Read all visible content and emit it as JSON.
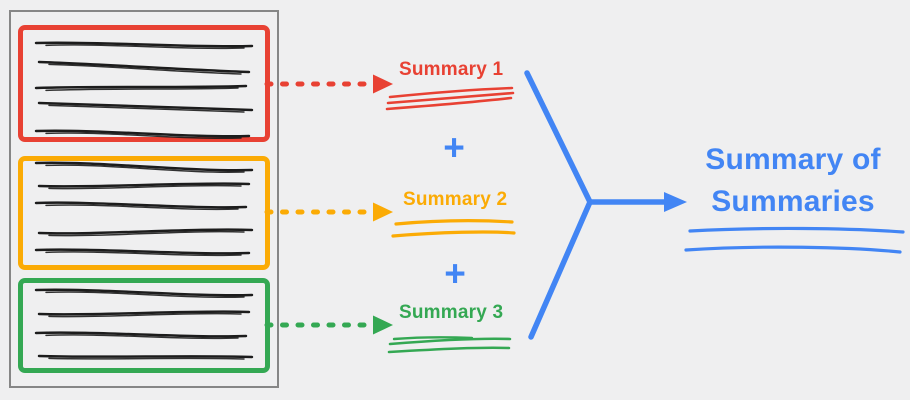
{
  "palette": {
    "red": "#e84133",
    "orange": "#fbab05",
    "green": "#34a853",
    "blue": "#4285f4",
    "ink": "#1c1c1c",
    "doc_border": "#868686",
    "background": "#efeff0"
  },
  "document": {
    "chunks": [
      {
        "summary_label": "Summary 1",
        "color": "red",
        "text_line_count": 5
      },
      {
        "summary_label": "Summary 2",
        "color": "orange",
        "text_line_count": 5
      },
      {
        "summary_label": "Summary 3",
        "color": "green",
        "text_line_count": 4
      }
    ]
  },
  "operators": {
    "plus": "+"
  },
  "result": {
    "label": "Summary of Summaries",
    "color": "blue",
    "underline_count": 2
  }
}
